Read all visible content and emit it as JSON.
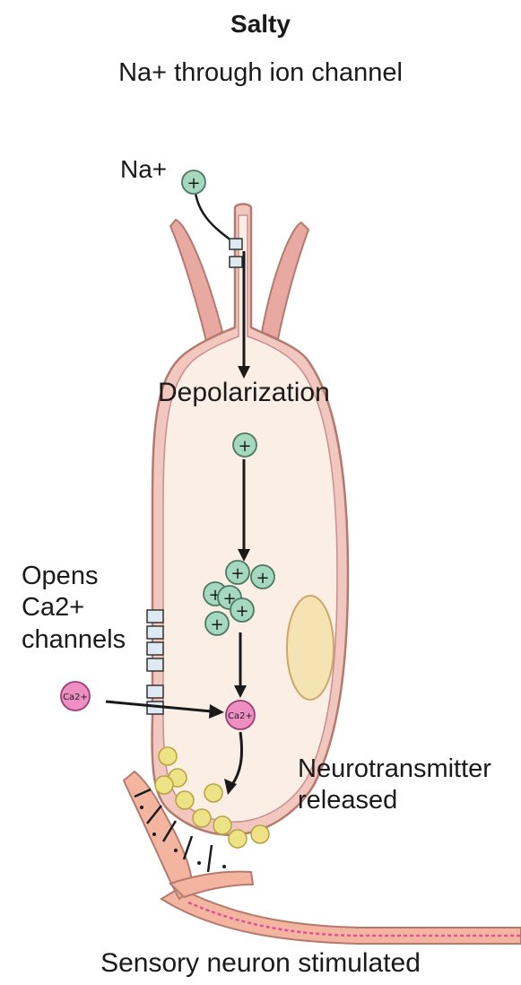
{
  "title": "Salty",
  "subtitle": "Na+ through ion channel",
  "labels": {
    "na": "Na+",
    "depolarization": "Depolarization",
    "opens_line1": "Opens",
    "opens_line2": "Ca2+",
    "opens_line3": "channels",
    "nt_line1": "Neurotransmitter",
    "nt_line2": "released",
    "sensory": "Sensory neuron stimulated"
  },
  "ion_labels": {
    "plus": "+",
    "ca": "Ca2+"
  },
  "colors": {
    "cell_fill": "#fbeee4",
    "membrane": "#c98e8e",
    "membrane_light": "#f2c7c0",
    "ion_green": "#a6d8c0",
    "ion_pink": "#ee8fc4",
    "vesicle": "#ede285",
    "nucleus": "#f5e3b3",
    "neuron": "#f4b5a0"
  }
}
